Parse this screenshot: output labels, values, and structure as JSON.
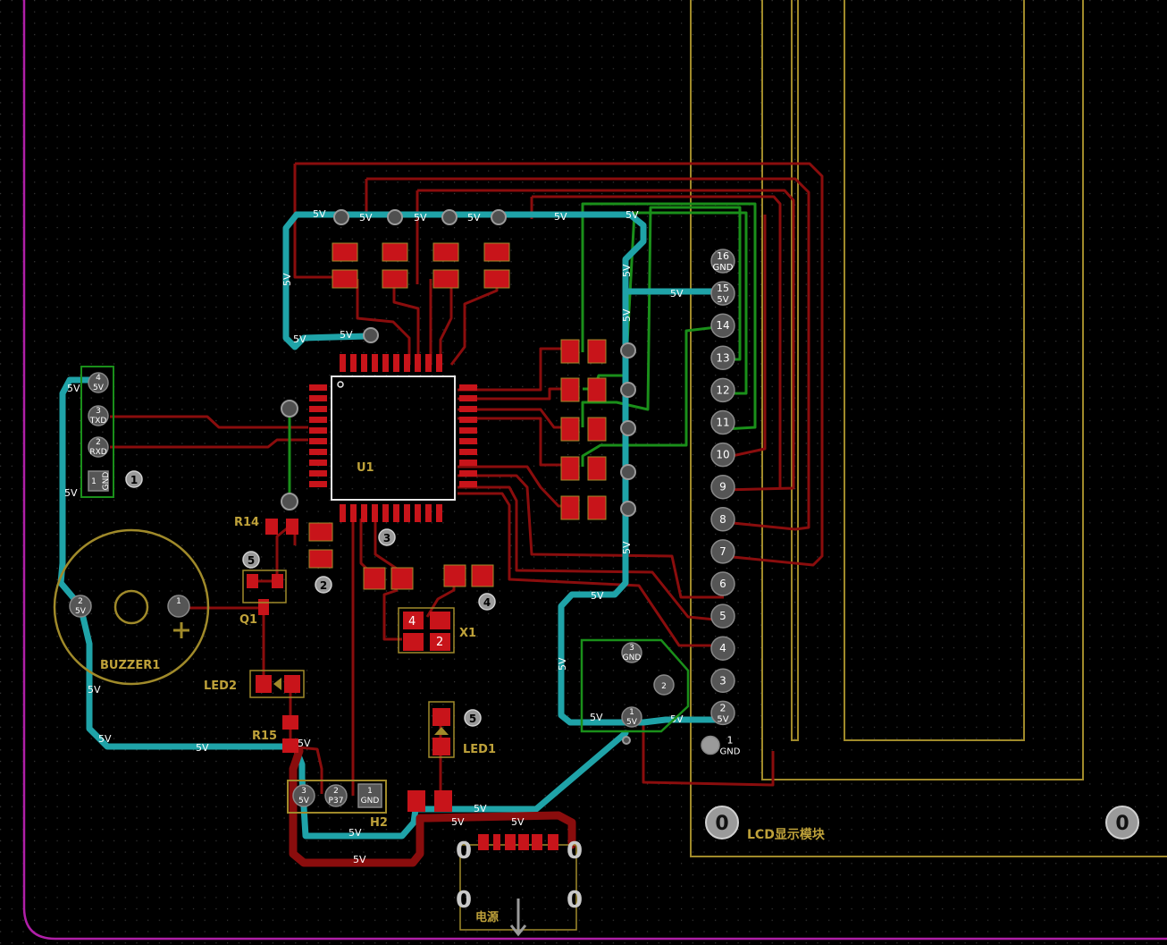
{
  "colors": {
    "background": "#000000",
    "grid": "#2a2a2a",
    "outline": "#b01fa8",
    "fcu": "#8a0d0d",
    "bcu": "#1a8f1a",
    "vcc": "#1fa3a8",
    "pad": "#c8141a",
    "silk": "#bfa23a"
  },
  "net_5v": "5V",
  "refs": {
    "u1": "U1",
    "x1": "X1",
    "q1": "Q1",
    "r14": "R14",
    "r15": "R15",
    "led1": "LED1",
    "led2": "LED2",
    "h2": "H2",
    "buzzer": "BUZZER1",
    "lcd": "LCD显示模块",
    "power": "电源"
  },
  "markers": {
    "m1": "1",
    "m3": "3",
    "m4": "4",
    "m5a": "5",
    "m5b": "5",
    "m2": "2",
    "lcd_h1": "0",
    "lcd_h2": "0",
    "usb_1": "0",
    "usb_2": "0",
    "usb_3": "0",
    "usb_4": "0"
  },
  "header_left": {
    "pins": [
      {
        "num": "4",
        "net": "5V"
      },
      {
        "num": "3",
        "net": "TXD"
      },
      {
        "num": "2",
        "net": "RXD"
      },
      {
        "num": "1",
        "net": "GND"
      }
    ]
  },
  "lcd_pins": [
    {
      "num": "16",
      "net": "GND"
    },
    {
      "num": "15",
      "net": "5V"
    },
    {
      "num": "14",
      "net": ""
    },
    {
      "num": "13",
      "net": ""
    },
    {
      "num": "12",
      "net": ""
    },
    {
      "num": "11",
      "net": ""
    },
    {
      "num": "10",
      "net": ""
    },
    {
      "num": "9",
      "net": ""
    },
    {
      "num": "8",
      "net": ""
    },
    {
      "num": "7",
      "net": ""
    },
    {
      "num": "6",
      "net": ""
    },
    {
      "num": "5",
      "net": ""
    },
    {
      "num": "4",
      "net": ""
    },
    {
      "num": "3",
      "net": ""
    },
    {
      "num": "2",
      "net": "5V"
    },
    {
      "num": "1",
      "net": "GND"
    }
  ],
  "h2_pins": [
    {
      "num": "3",
      "net": "5V"
    },
    {
      "num": "2",
      "net": "P37"
    },
    {
      "num": "1",
      "net": "GND"
    }
  ],
  "reg_pins": [
    {
      "num": "3",
      "net": "GND"
    },
    {
      "num": "2",
      "net": ""
    },
    {
      "num": "1",
      "net": "5V"
    }
  ],
  "buzzer_pins": [
    {
      "num": "2",
      "net": "5V"
    },
    {
      "num": "1",
      "net": ""
    }
  ],
  "crystal_pins": [
    "4",
    "2"
  ]
}
